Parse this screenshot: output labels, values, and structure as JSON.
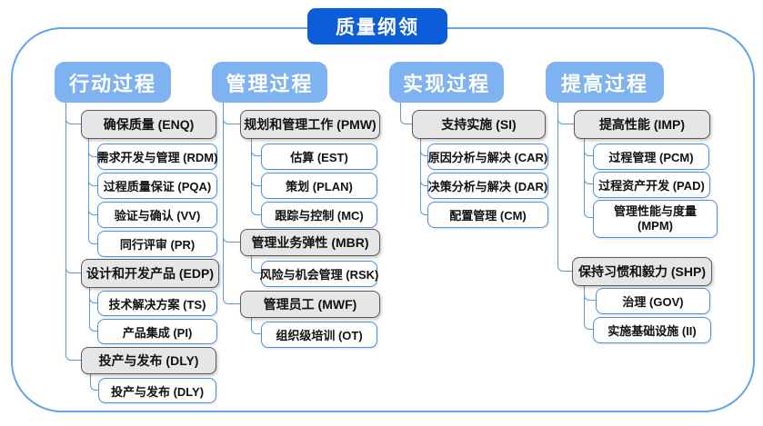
{
  "title": "质量纲领",
  "colors": {
    "title_bg": "#0b5ed7",
    "header_bg": "#7eb2f1",
    "node_border": "#4a90e2",
    "gray_fill": "#e6e6e6",
    "gray_border": "#5a5a5a",
    "connector": "#5b9bd5",
    "frame_border": "#64a3ee"
  },
  "columns": [
    {
      "header": "行动过程",
      "groups": [
        {
          "label": "确保质量 (ENQ)",
          "children": [
            "需求开发与管理 (RDM)",
            "过程质量保证 (PQA)",
            "验证与确认 (VV)",
            "同行评审 (PR)"
          ]
        },
        {
          "label": "设计和开发产品 (EDP)",
          "children": [
            "技术解决方案 (TS)",
            "产品集成 (PI)"
          ]
        },
        {
          "label": "投产与发布 (DLY)",
          "children": [
            "投产与发布 (DLY)"
          ]
        }
      ]
    },
    {
      "header": "管理过程",
      "groups": [
        {
          "label": "规划和管理工作 (PMW)",
          "children": [
            "估算 (EST)",
            "策划 (PLAN)",
            "跟踪与控制 (MC)"
          ]
        },
        {
          "label": "管理业务弹性 (MBR)",
          "children": [
            "风险与机会管理 (RSK)"
          ]
        },
        {
          "label": "管理员工 (MWF)",
          "children": [
            "组织级培训 (OT)"
          ]
        }
      ]
    },
    {
      "header": "实现过程",
      "groups": [
        {
          "label": "支持实施 (SI)",
          "children": [
            "原因分析与解决 (CAR)",
            "决策分析与解决 (DAR)",
            "配置管理 (CM)"
          ]
        }
      ]
    },
    {
      "header": "提高过程",
      "groups": [
        {
          "label": "提高性能 (IMP)",
          "children": [
            "过程管理 (PCM)",
            "过程资产开发 (PAD)",
            "管理性能与度量 (MPM)"
          ]
        },
        {
          "label": "保持习惯和毅力 (SHP)",
          "children": [
            "治理 (GOV)",
            "实施基础设施 (II)"
          ]
        }
      ]
    }
  ]
}
